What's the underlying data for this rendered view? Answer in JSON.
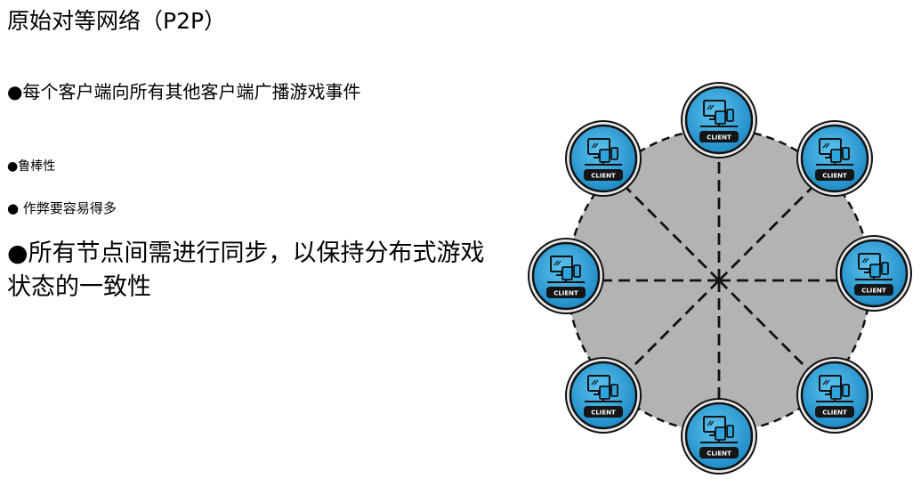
{
  "slide": {
    "title": "原始对等网络（P2P）",
    "bullet_symbol": "●",
    "bullets": [
      {
        "text": "每个客户端向所有其他客户端广播游戏事件"
      },
      {
        "text": "鲁棒性"
      },
      {
        "text": " 作弊要容易得多"
      },
      {
        "text": "所有节点间需进行同步，以保持分布式游戏状态的一致性"
      }
    ]
  },
  "diagram": {
    "node_label": "CLIENT",
    "node_count": 8,
    "colors": {
      "background_disc": "#b3b3b3",
      "node_fill": "#2ea3dc",
      "node_ring": "#111111",
      "label_band": "#151515",
      "connector": "#111111"
    },
    "icon": "computer-tablet-phone-icon"
  }
}
